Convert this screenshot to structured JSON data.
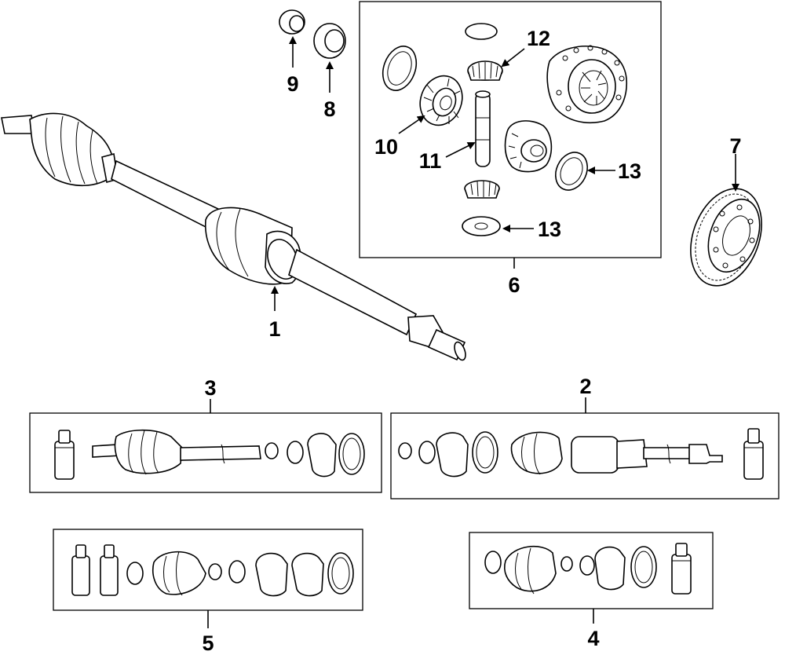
{
  "callouts": {
    "c1": "1",
    "c2": "2",
    "c3": "3",
    "c4": "4",
    "c5": "5",
    "c6": "6",
    "c7": "7",
    "c8": "8",
    "c9": "9",
    "c10": "10",
    "c11": "11",
    "c12": "12",
    "c13a": "13",
    "c13b": "13"
  },
  "colors": {
    "line": "#000000",
    "background": "#ffffff"
  }
}
